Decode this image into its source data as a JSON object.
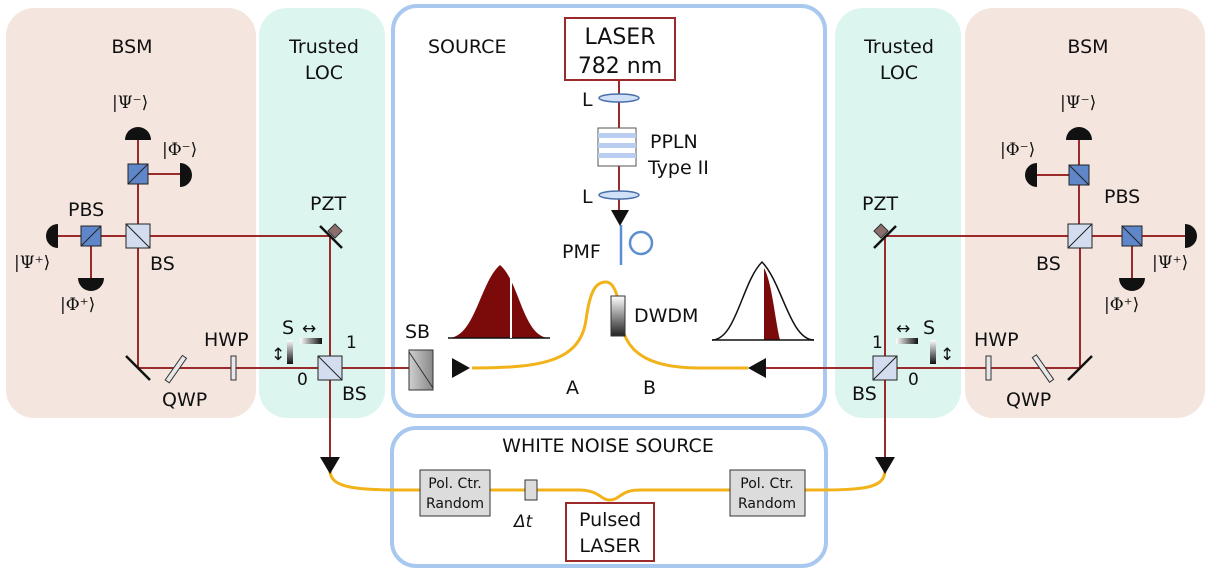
{
  "colors": {
    "bsm_bg": "#f4e6de",
    "trusted_bg": "#dcf5ef",
    "source_border": "#a9c8ef",
    "beam": "#9b2a2a",
    "fiber": "#f2b21a",
    "laser_box": "#9b2a2a",
    "spectrum_fill": "#7b0b0b"
  },
  "regions": {
    "bsm_left": "BSM",
    "bsm_right": "BSM",
    "trusted_left": [
      "Trusted",
      "LOC"
    ],
    "trusted_right": [
      "Trusted",
      "LOC"
    ],
    "source": "SOURCE",
    "white_noise": "WHITE NOISE SOURCE"
  },
  "source": {
    "laser": [
      "LASER",
      "782 nm"
    ],
    "lens_top": "L",
    "lens_bottom": "L",
    "crystal": [
      "PPLN",
      "Type II"
    ],
    "pmf": "PMF",
    "dwdm": "DWDM",
    "sb": "SB",
    "arm_a": "A",
    "arm_b": "B"
  },
  "white_noise": {
    "pol_left": [
      "Pol. Ctr.",
      "Random"
    ],
    "pol_right": [
      "Pol. Ctr.",
      "Random"
    ],
    "delay": "Δt",
    "pulsed_laser": [
      "Pulsed",
      "LASER"
    ]
  },
  "left_side": {
    "pzt": "PZT",
    "pbs": "PBS",
    "bs_bsm": "BS",
    "bs_loc": "BS",
    "hwp": "HWP",
    "qwp": "QWP",
    "shutter": "S",
    "port_1": "1",
    "port_0": "0",
    "kets": {
      "psi_minus": "|Ψ⁻⟩",
      "phi_minus": "|Φ⁻⟩",
      "psi_plus": "|Ψ⁺⟩",
      "phi_plus": "|Φ⁺⟩"
    }
  },
  "right_side": {
    "pzt": "PZT",
    "pbs": "PBS",
    "bs_bsm": "BS",
    "bs_loc": "BS",
    "hwp": "HWP",
    "qwp": "QWP",
    "shutter": "S",
    "port_1": "1",
    "port_0": "0",
    "kets": {
      "psi_minus": "|Ψ⁻⟩",
      "phi_minus": "|Φ⁻⟩",
      "psi_plus": "|Ψ⁺⟩",
      "phi_plus": "|Φ⁺⟩"
    }
  }
}
